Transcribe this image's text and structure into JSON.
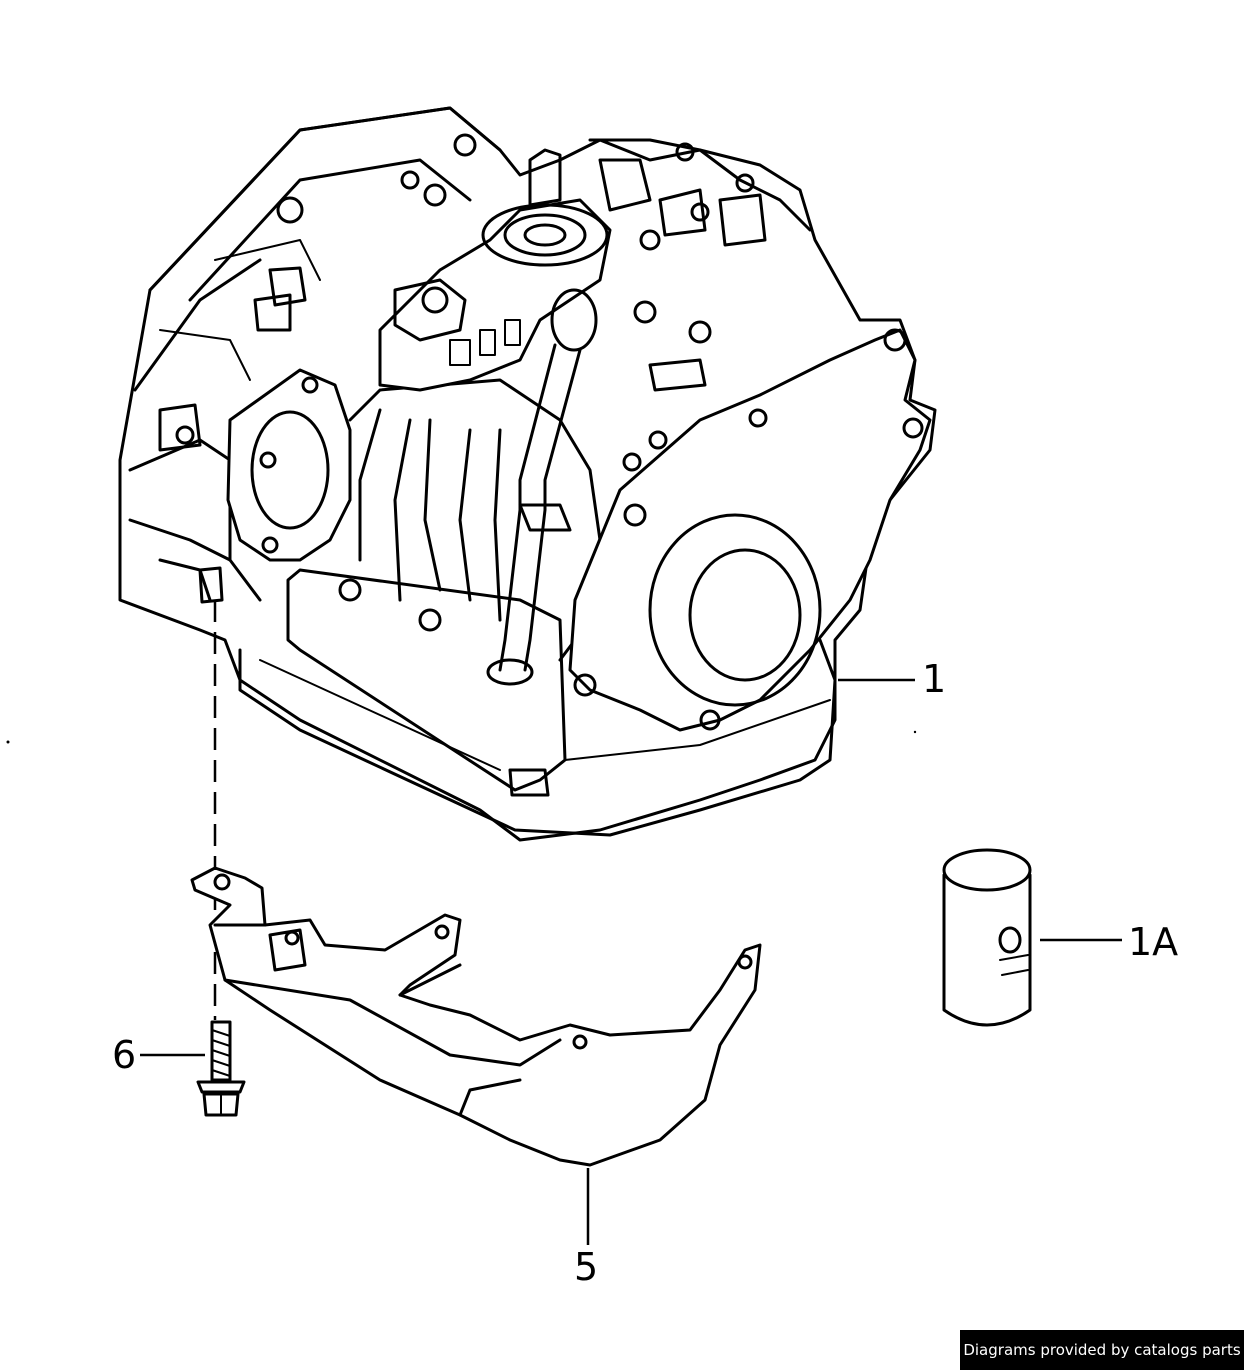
{
  "callouts": {
    "transmission": "1",
    "filter": "1A",
    "bolt": "6",
    "shield": "5"
  },
  "credit": "Diagrams provided by catalogs parts"
}
